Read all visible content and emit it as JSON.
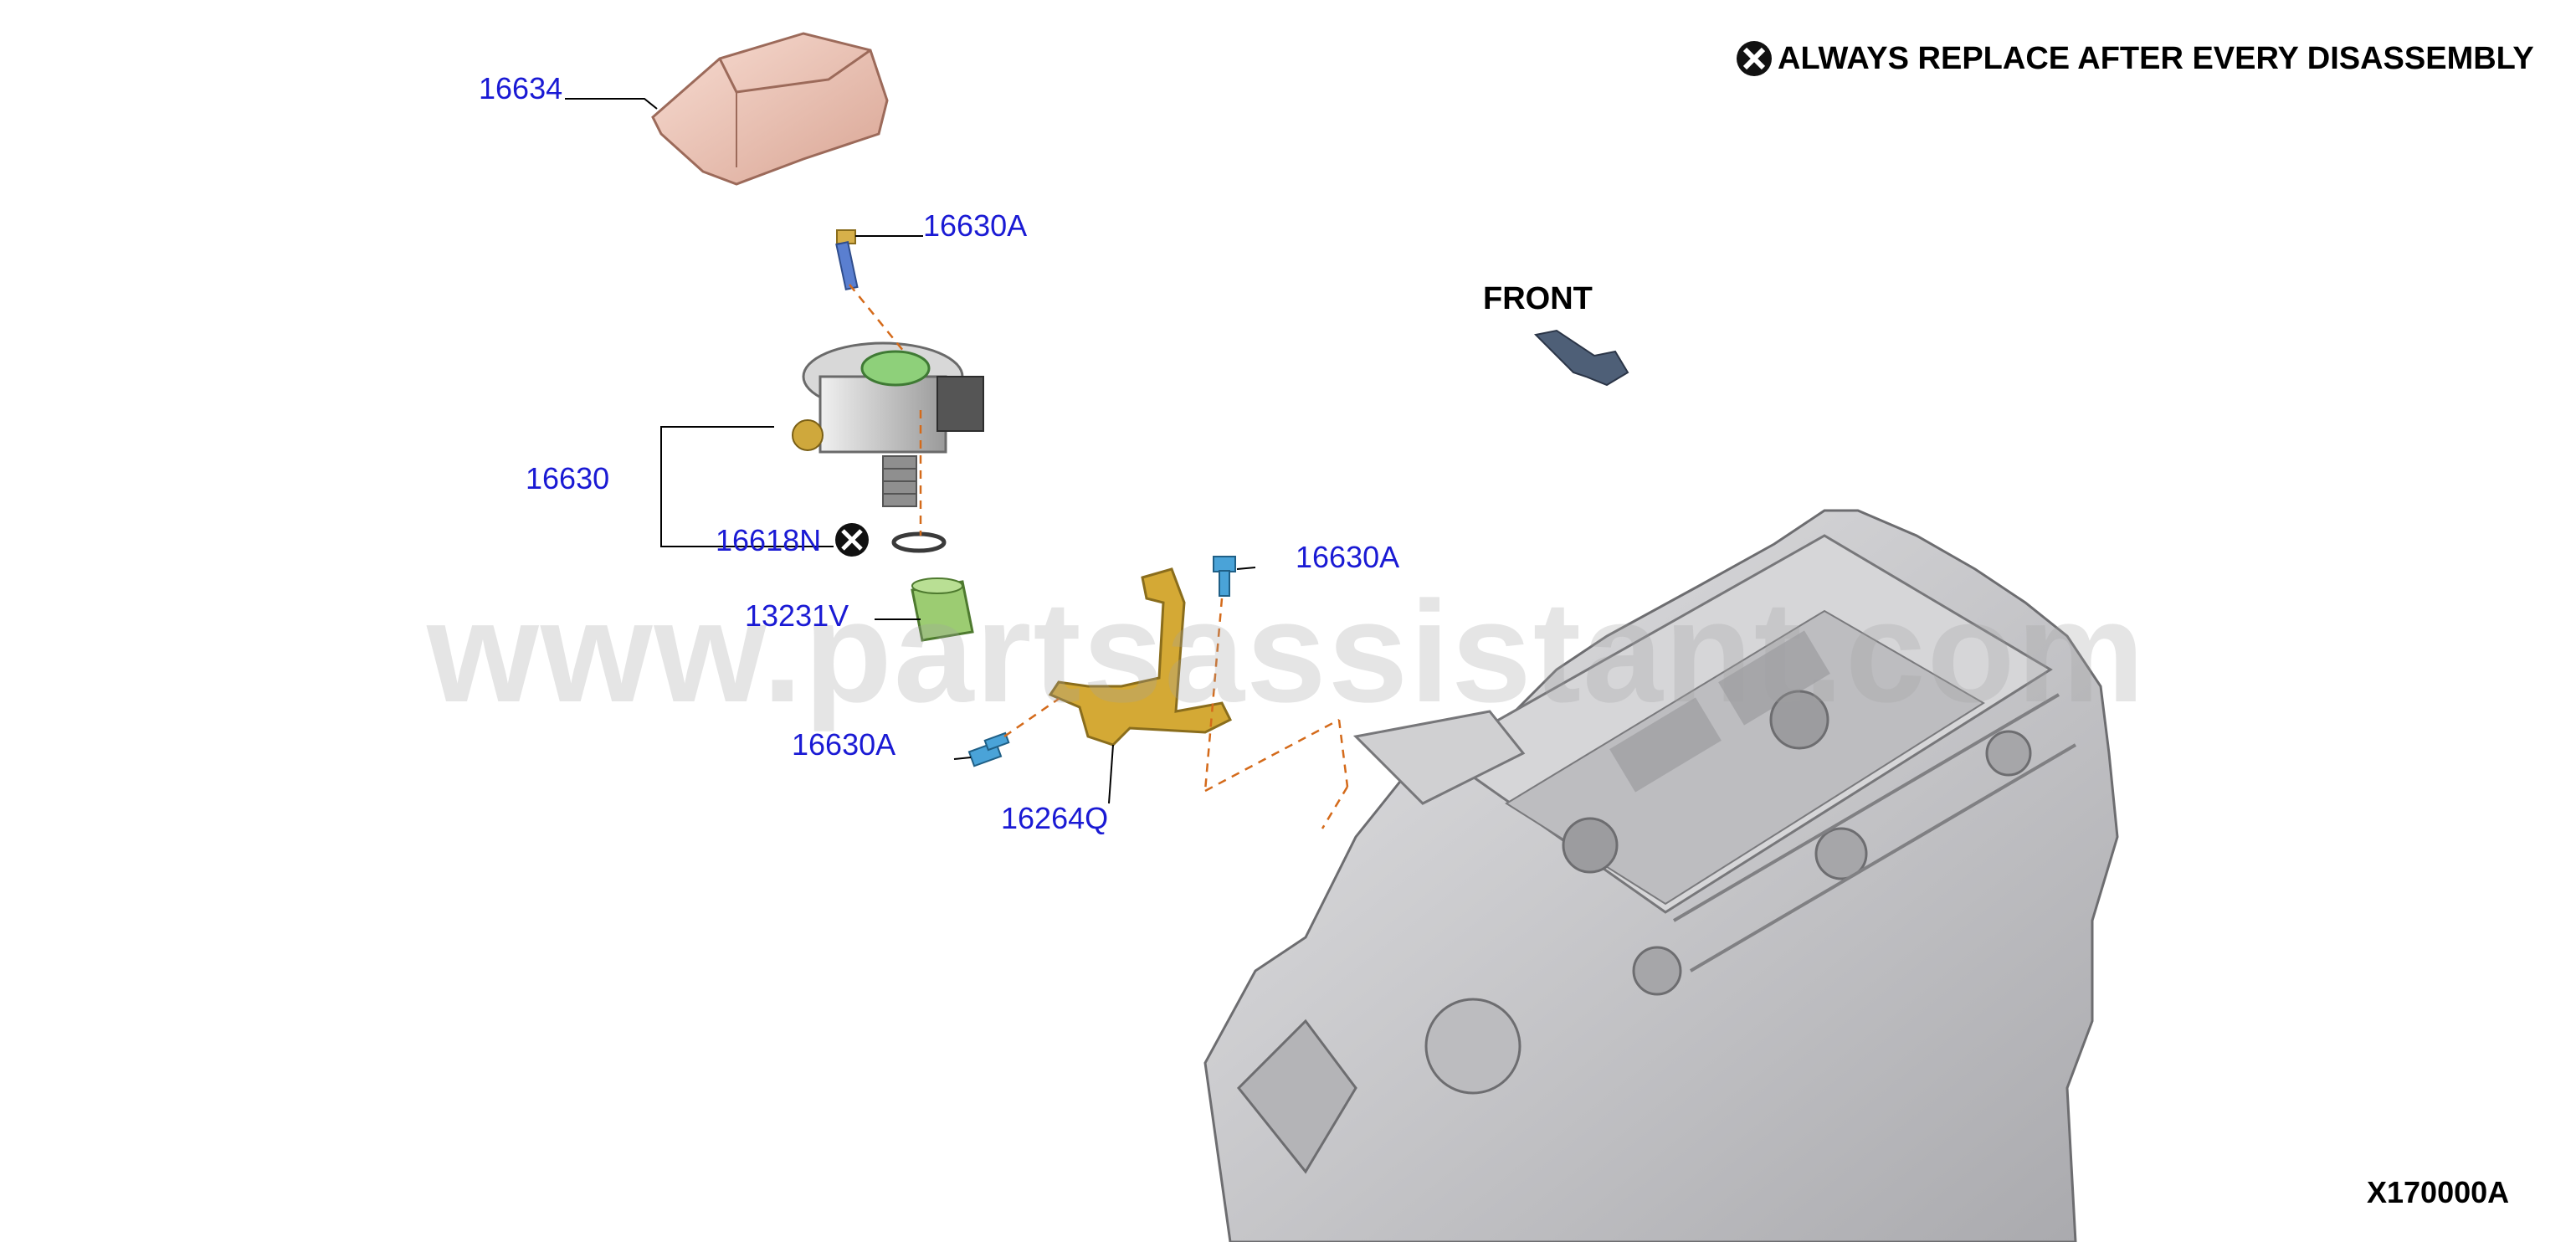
{
  "notice": {
    "icon": "replace-always-icon",
    "text": "ALWAYS REPLACE AFTER EVERY DISASSEMBLY"
  },
  "front_label": "FRONT",
  "diagram_code": "X170000A",
  "watermark": "www.partsassistant.com",
  "callouts": {
    "c16634": "16634",
    "c16630A_top": "16630A",
    "c16630": "16630",
    "c16618N": "16618N",
    "c13231V": "13231V",
    "c16630A_right": "16630A",
    "c16630A_left": "16630A",
    "c16264Q": "16264Q"
  },
  "colors": {
    "callout": "#1a1ad4",
    "leader": "#000000",
    "dashed": "#d46a1a",
    "cover": "#f2c9bc",
    "bracket": "#c9a227",
    "bolt_blue": "#4aa3d8",
    "engine": "#c9c9cb"
  }
}
